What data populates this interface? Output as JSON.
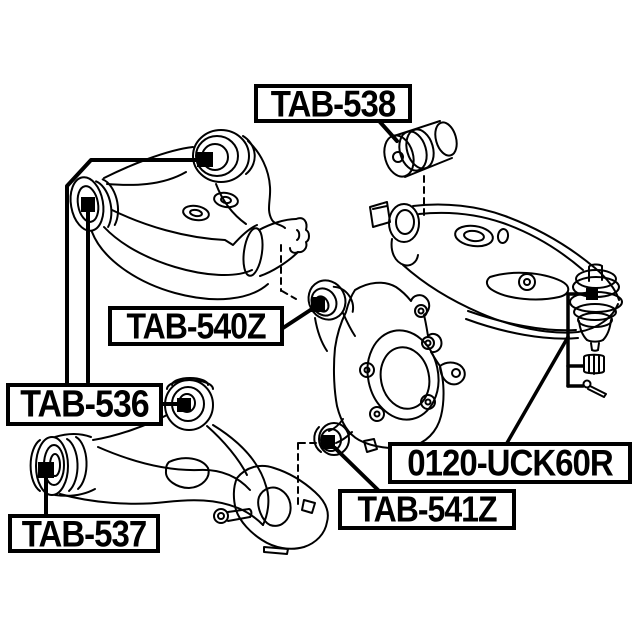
{
  "diagram": {
    "kind": "suspension-parts-line-diagram",
    "background": "#ffffff",
    "line_color": "#000000",
    "marker_color": "#000000",
    "parts": [
      {
        "id": "tab538",
        "label": "TAB-538"
      },
      {
        "id": "tab540z",
        "label": "TAB-540Z"
      },
      {
        "id": "tab536",
        "label": "TAB-536"
      },
      {
        "id": "tab537",
        "label": "TAB-537"
      },
      {
        "id": "uck60r",
        "label": "0120-UCK60R"
      },
      {
        "id": "tab541z",
        "label": "TAB-541Z"
      }
    ]
  }
}
